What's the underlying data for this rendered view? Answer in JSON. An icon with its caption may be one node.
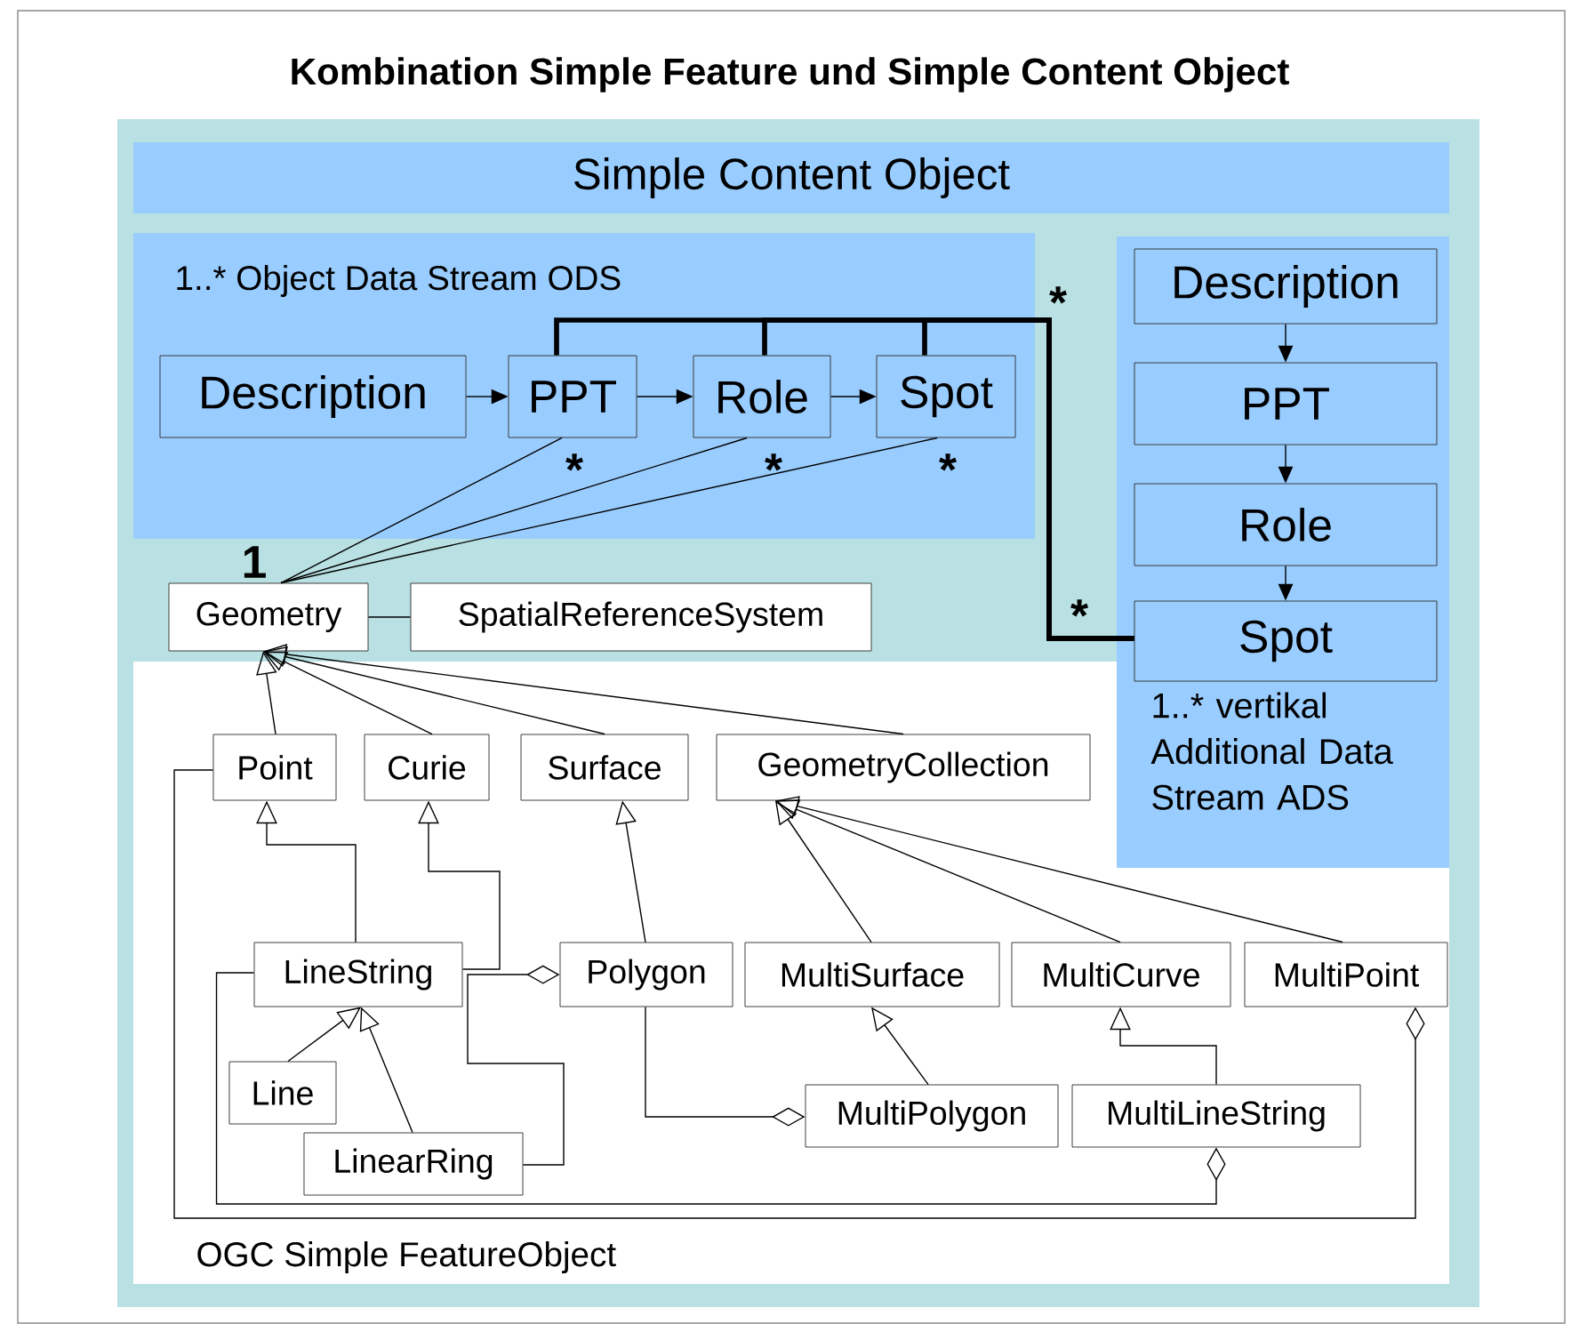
{
  "diagram": {
    "title": "Kombination Simple Feature und Simple Content Object",
    "nodes": [
      {
        "text": [
          "Simple Content Object"
        ]
      },
      {
        "text": [
          "1..* Object Data Stream ODS"
        ],
        "in": 0
      },
      {
        "text": [
          "Description"
        ],
        "in": 1
      },
      {
        "text": [
          "PPT"
        ],
        "in": 1
      },
      {
        "text": [
          "Role"
        ],
        "in": 1
      },
      {
        "text": [
          "Spot"
        ],
        "in": 1
      },
      {
        "text": [
          "1..* vertikal Additional Data Stream ADS"
        ],
        "in": 0
      },
      {
        "text": [
          "Description"
        ],
        "in": 6
      },
      {
        "text": [
          "PPT"
        ],
        "in": 6
      },
      {
        "text": [
          "Role"
        ],
        "in": 6
      },
      {
        "text": [
          "Spot"
        ],
        "in": 6
      },
      {
        "text": [
          "Geometry"
        ],
        "in": 0
      },
      {
        "text": [
          "SpatialReferenceSystem"
        ],
        "in": 0
      },
      {
        "text": [
          "OGC Simple FeatureObject"
        ],
        "in": 0
      },
      {
        "text": [
          "Point"
        ],
        "in": 13
      },
      {
        "text": [
          "Curie"
        ],
        "in": 13
      },
      {
        "text": [
          "Surface"
        ],
        "in": 13
      },
      {
        "text": [
          "GeometryCollection"
        ],
        "in": 13
      },
      {
        "text": [
          "LineString"
        ],
        "in": 13
      },
      {
        "text": [
          "Polygon"
        ],
        "in": 13
      },
      {
        "text": [
          "MultiSurface"
        ],
        "in": 13
      },
      {
        "text": [
          "MultiCurve"
        ],
        "in": 13
      },
      {
        "text": [
          "MultiPoint"
        ],
        "in": 13
      },
      {
        "text": [
          "Line"
        ],
        "in": 13
      },
      {
        "text": [
          "MultiPolygon"
        ],
        "in": 13
      },
      {
        "text": [
          "MultiLineString"
        ],
        "in": 13
      },
      {
        "text": [
          "LinearRing"
        ],
        "in": 13
      }
    ],
    "edges": [
      {
        "from": 2,
        "to": 3,
        "arrow": "to"
      },
      {
        "from": 3,
        "to": 4,
        "arrow": "to"
      },
      {
        "from": 4,
        "to": 5,
        "arrow": "to"
      },
      {
        "from": 7,
        "to": 8,
        "arrow": "to"
      },
      {
        "from": 8,
        "to": 9,
        "arrow": "to"
      },
      {
        "from": 9,
        "to": 10,
        "arrow": "to"
      },
      {
        "from": 11,
        "to": 3,
        "arrow": "none",
        "label": "*"
      },
      {
        "from": 11,
        "to": 4,
        "arrow": "none",
        "label": "*"
      },
      {
        "from": 11,
        "to": 5,
        "arrow": "none",
        "label": "*"
      },
      {
        "from": 3,
        "to": 10,
        "arrow": "none",
        "style": "thick"
      },
      {
        "from": 4,
        "to": 10,
        "arrow": "none",
        "style": "thick"
      },
      {
        "from": 5,
        "to": 10,
        "arrow": "none",
        "style": "thick"
      },
      {
        "from": 11,
        "to": 12,
        "arrow": "none"
      },
      {
        "from": 14,
        "to": 11,
        "arrow": "to"
      },
      {
        "from": 15,
        "to": 11,
        "arrow": "to"
      },
      {
        "from": 16,
        "to": 11,
        "arrow": "to"
      },
      {
        "from": 17,
        "to": 11,
        "arrow": "to"
      },
      {
        "from": 18,
        "to": 14,
        "arrow": "to"
      },
      {
        "from": 18,
        "to": 15,
        "arrow": "to"
      },
      {
        "from": 19,
        "to": 16,
        "arrow": "to"
      },
      {
        "from": 20,
        "to": 17,
        "arrow": "to"
      },
      {
        "from": 21,
        "to": 17,
        "arrow": "to"
      },
      {
        "from": 22,
        "to": 17,
        "arrow": "to"
      },
      {
        "from": 24,
        "to": 20,
        "arrow": "to"
      },
      {
        "from": 25,
        "to": 21,
        "arrow": "to"
      },
      {
        "from": 23,
        "to": 18,
        "arrow": "to"
      },
      {
        "from": 26,
        "to": 18,
        "arrow": "to"
      },
      {
        "from": 26,
        "to": 19,
        "arrow": "other"
      },
      {
        "from": 19,
        "to": 24,
        "arrow": "other"
      },
      {
        "from": 18,
        "to": 25,
        "arrow": "other"
      },
      {
        "from": 14,
        "to": 22,
        "arrow": "other"
      }
    ],
    "labels": [
      "*",
      "1",
      "*"
    ]
  }
}
